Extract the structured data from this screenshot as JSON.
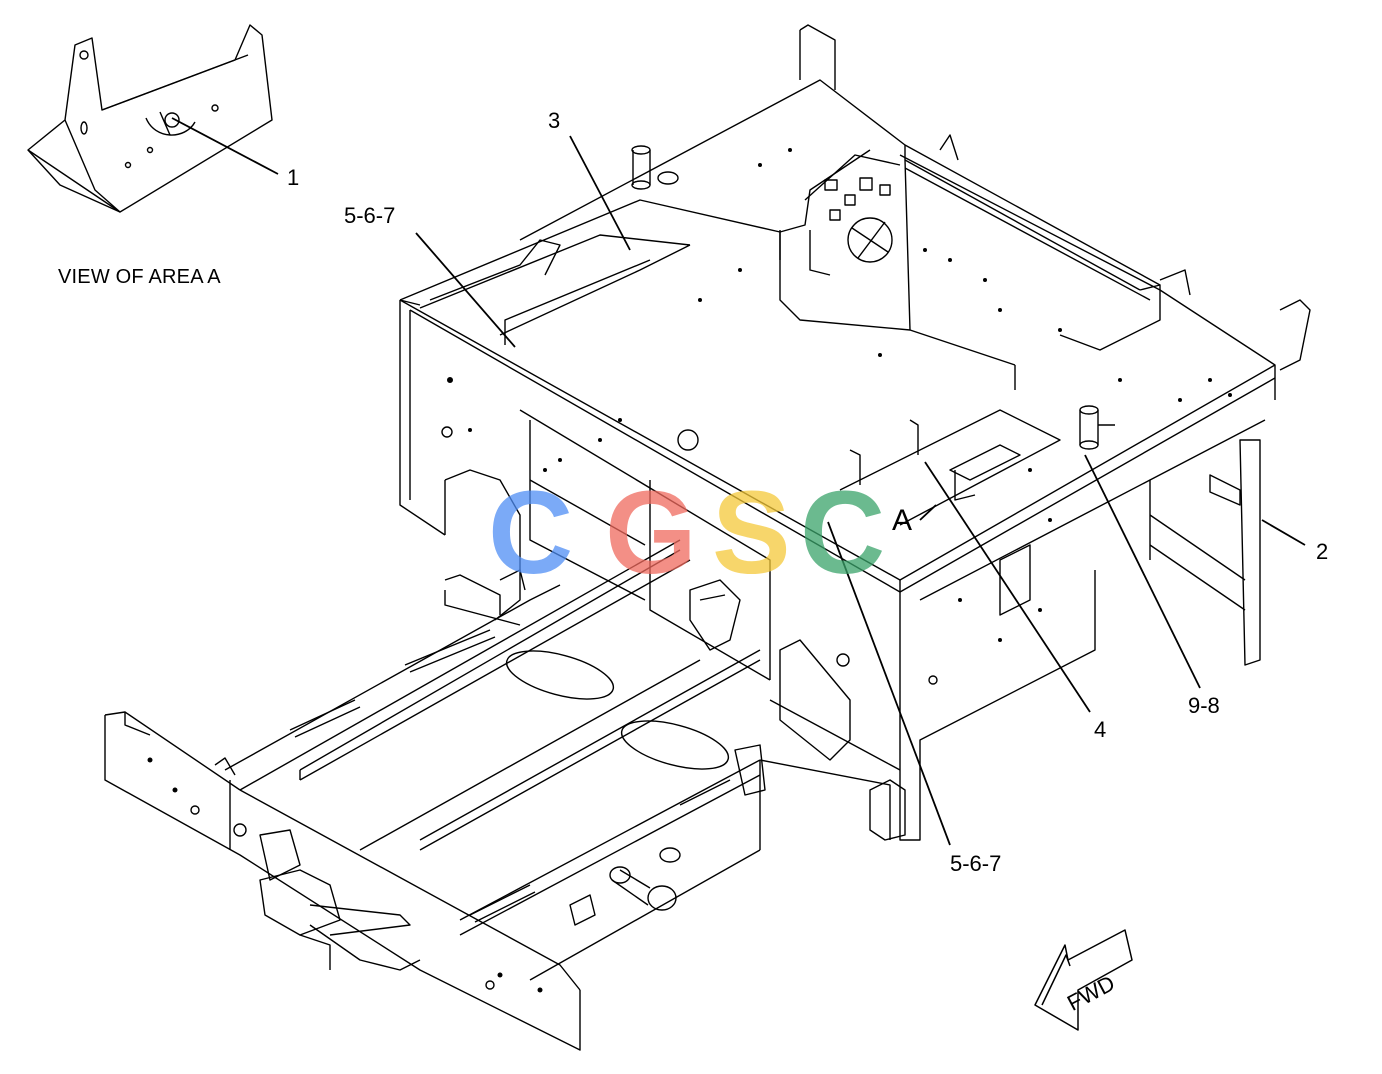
{
  "diagram": {
    "view_caption": "VIEW OF AREA  A",
    "area_marker": "A",
    "forward_arrow_label": "FWD",
    "callouts": {
      "c1": "1",
      "c2": "2",
      "c3": "3",
      "c4": "4",
      "c567_top": "5-6-7",
      "c567_bottom": "5-6-7",
      "c98": "9-8"
    }
  },
  "watermark": {
    "letters": [
      "C",
      "G",
      "S",
      "C"
    ],
    "colors": [
      "#4f8ef5",
      "#f06a5e",
      "#f5c93a",
      "#3aa36a"
    ]
  },
  "colors": {
    "line": "#000000",
    "background": "#ffffff"
  }
}
